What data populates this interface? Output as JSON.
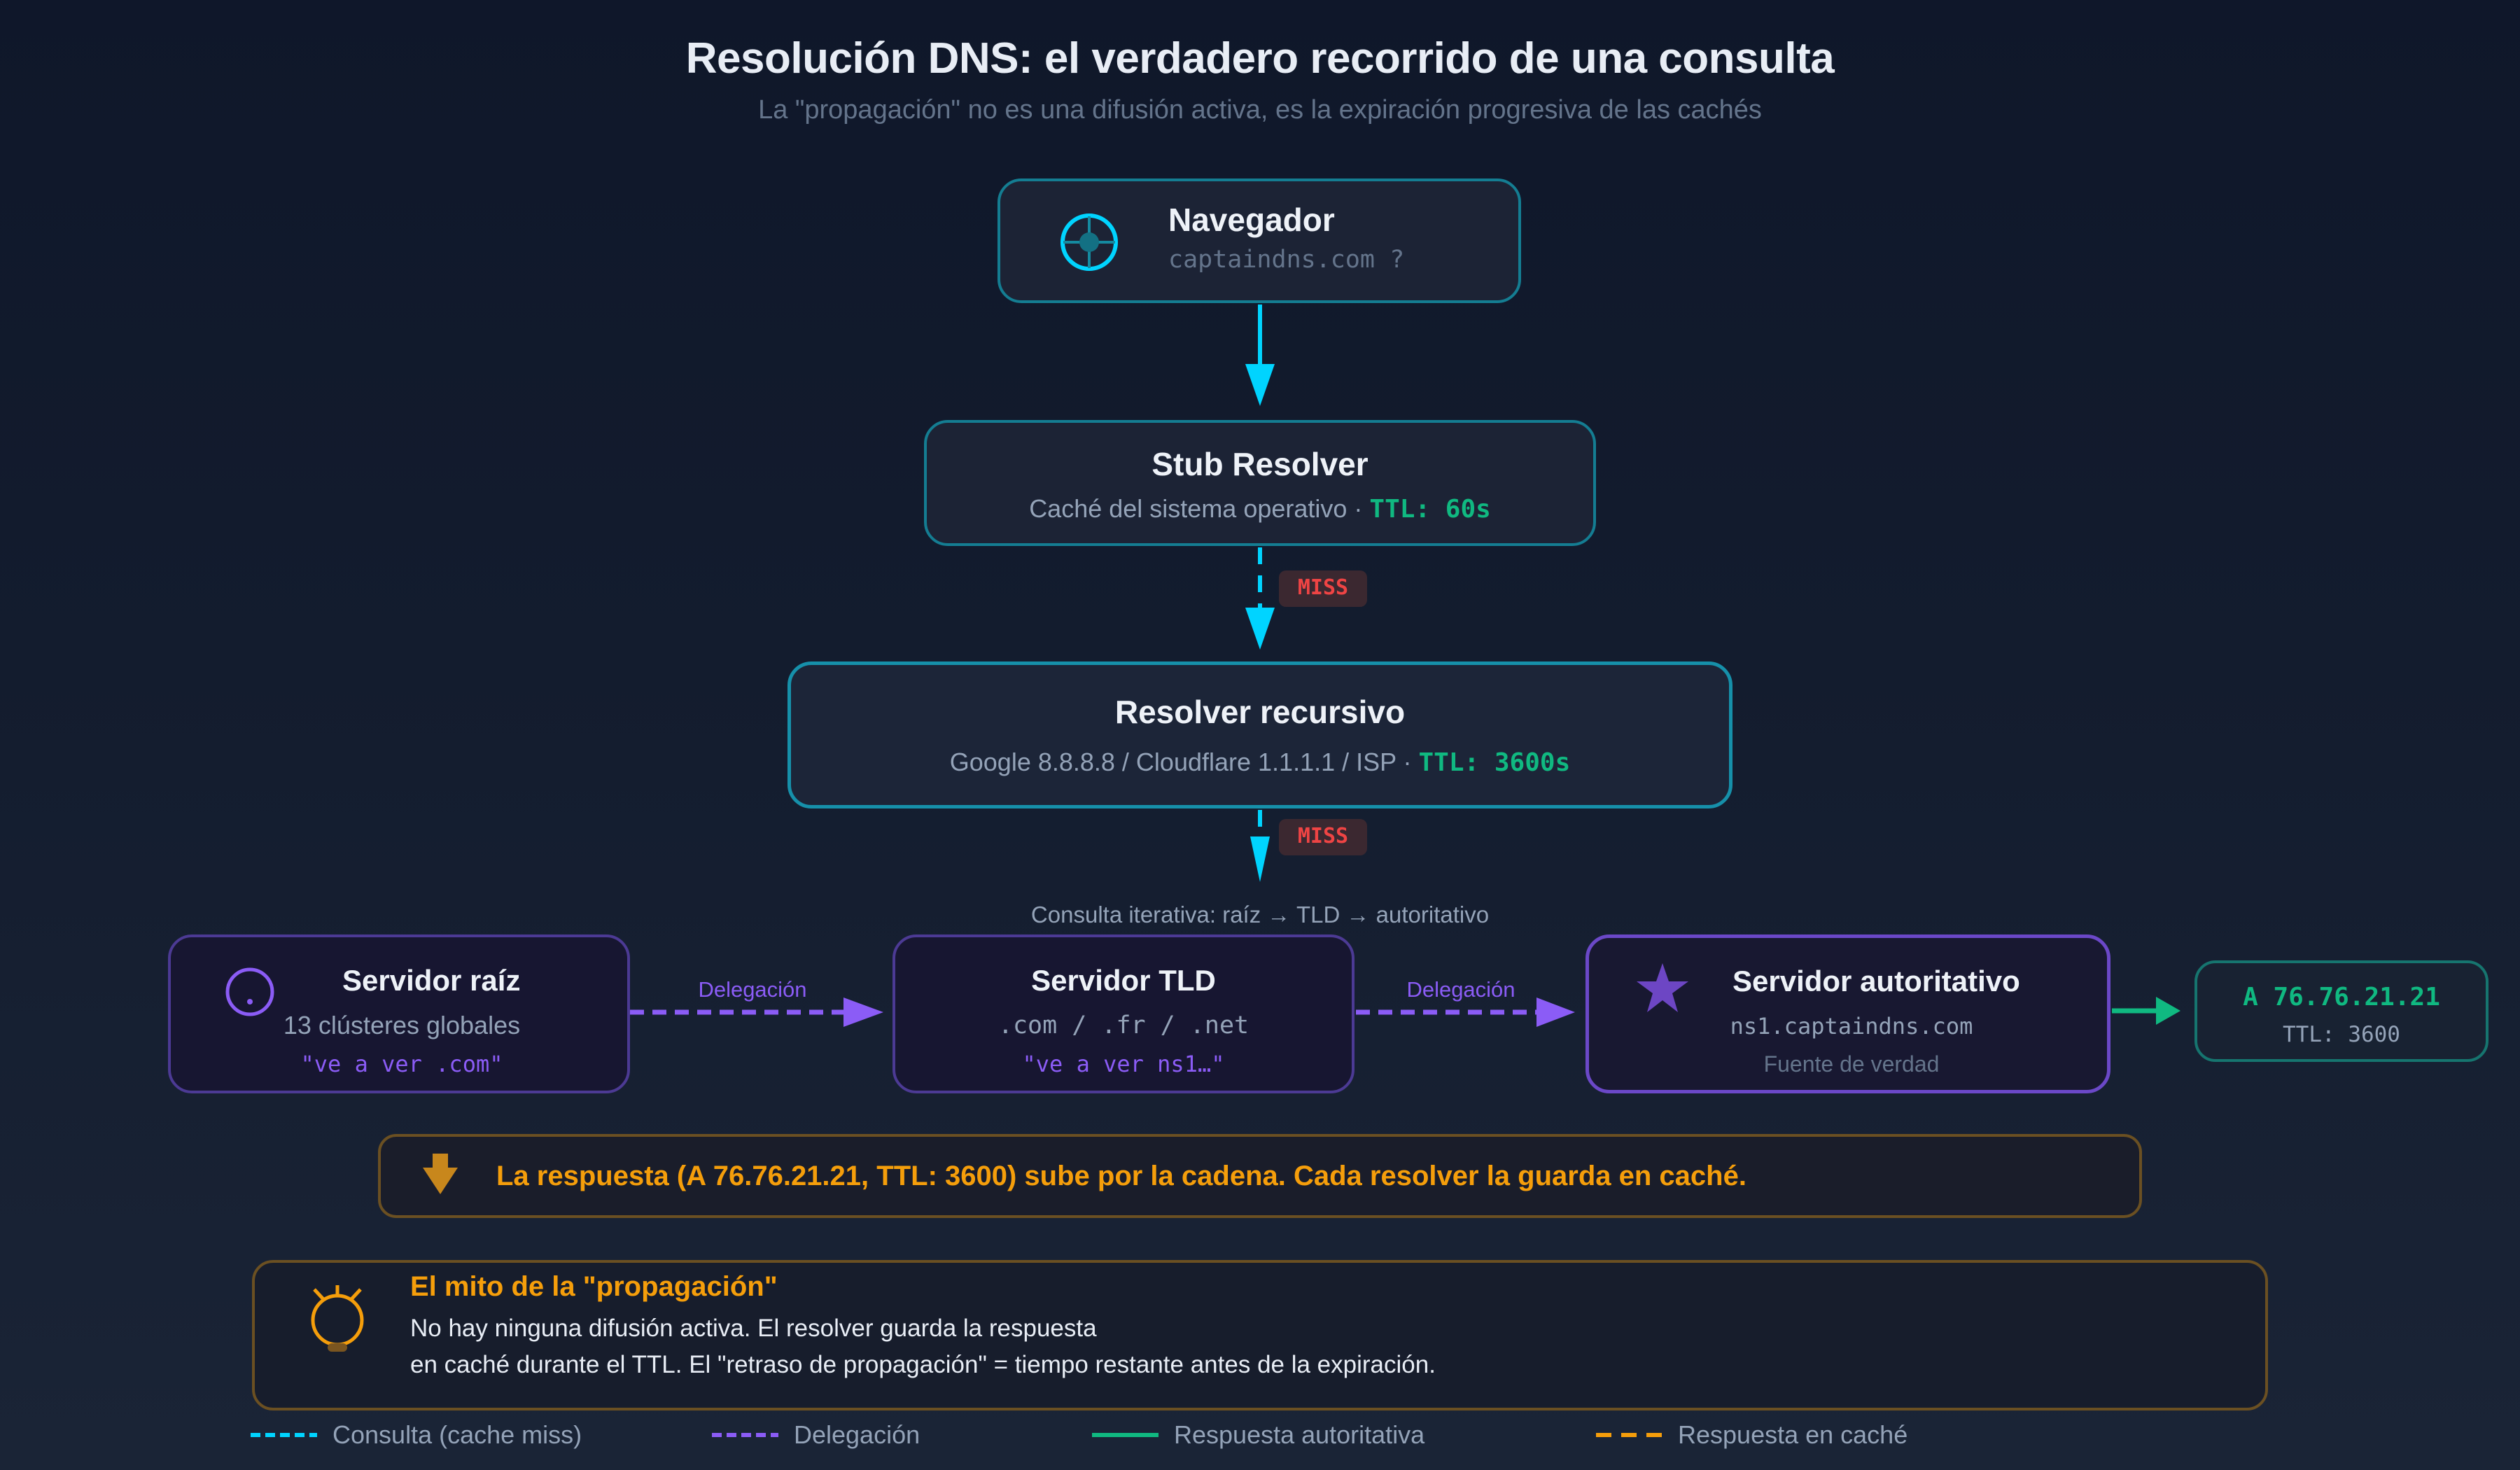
{
  "header": {
    "title": "Resolución DNS: el verdadero recorrido de una consulta",
    "subtitle": "La \"propagación\" no es una difusión activa, es la expiración progresiva de las cachés"
  },
  "nodes": {
    "browser": {
      "title": "Navegador",
      "query": "captaindns.com ?",
      "icon": "crosshair-icon"
    },
    "stub": {
      "title": "Stub Resolver",
      "desc": "Caché del sistema operativo · ",
      "ttl": "TTL: 60s"
    },
    "recursive": {
      "title": "Resolver recursivo",
      "desc": "Google 8.8.8.8 / Cloudflare 1.1.1.1 / ISP · ",
      "ttl": "TTL: 3600s"
    },
    "root": {
      "title": "Servidor raíz",
      "desc": "13 clústeres globales",
      "quote": "\"ve a ver .com\"",
      "icon": "root-dot-icon"
    },
    "tld": {
      "title": "Servidor TLD",
      "desc": ".com / .fr / .net",
      "quote": "\"ve a ver ns1…\""
    },
    "authoritative": {
      "title": "Servidor autoritativo",
      "desc": "ns1.captaindns.com",
      "note": "Fuente de verdad",
      "icon": "star-icon"
    },
    "answer": {
      "record": "A 76.76.21.21",
      "ttl": "TTL: 3600"
    }
  },
  "edges": {
    "miss_label_1": "MISS",
    "miss_label_2": "MISS",
    "iterative_label": "Consulta iterativa: raíz → TLD → autoritativo",
    "delegation_label_1": "Delegación",
    "delegation_label_2": "Delegación"
  },
  "response_bar": {
    "text": "La respuesta (A 76.76.21.21, TTL: 3600) sube por la cadena. Cada resolver la guarda en caché.",
    "icon": "arrow-down-icon"
  },
  "myth": {
    "title": "El mito de la \"propagación\"",
    "line1": "No hay ninguna difusión activa. El resolver guarda la respuesta",
    "line2": "en caché durante el TTL. El \"retraso de propagación\" = tiempo restante antes de la expiración.",
    "icon": "lightbulb-icon"
  },
  "legend": [
    {
      "label": "Consulta (cache miss)",
      "color": "#00d4ff",
      "style": "dashed"
    },
    {
      "label": "Delegación",
      "color": "#8b5cf6",
      "style": "dashed"
    },
    {
      "label": "Respuesta autoritativa",
      "color": "#10b981",
      "style": "solid"
    },
    {
      "label": "Respuesta en caché",
      "color": "#f59e0b",
      "style": "dashed"
    }
  ],
  "colors": {
    "query": "#00d4ff",
    "delegation": "#8b5cf6",
    "authoritative": "#10b981",
    "cached": "#f59e0b",
    "miss": "#ef4444",
    "background": "#0f172a"
  }
}
